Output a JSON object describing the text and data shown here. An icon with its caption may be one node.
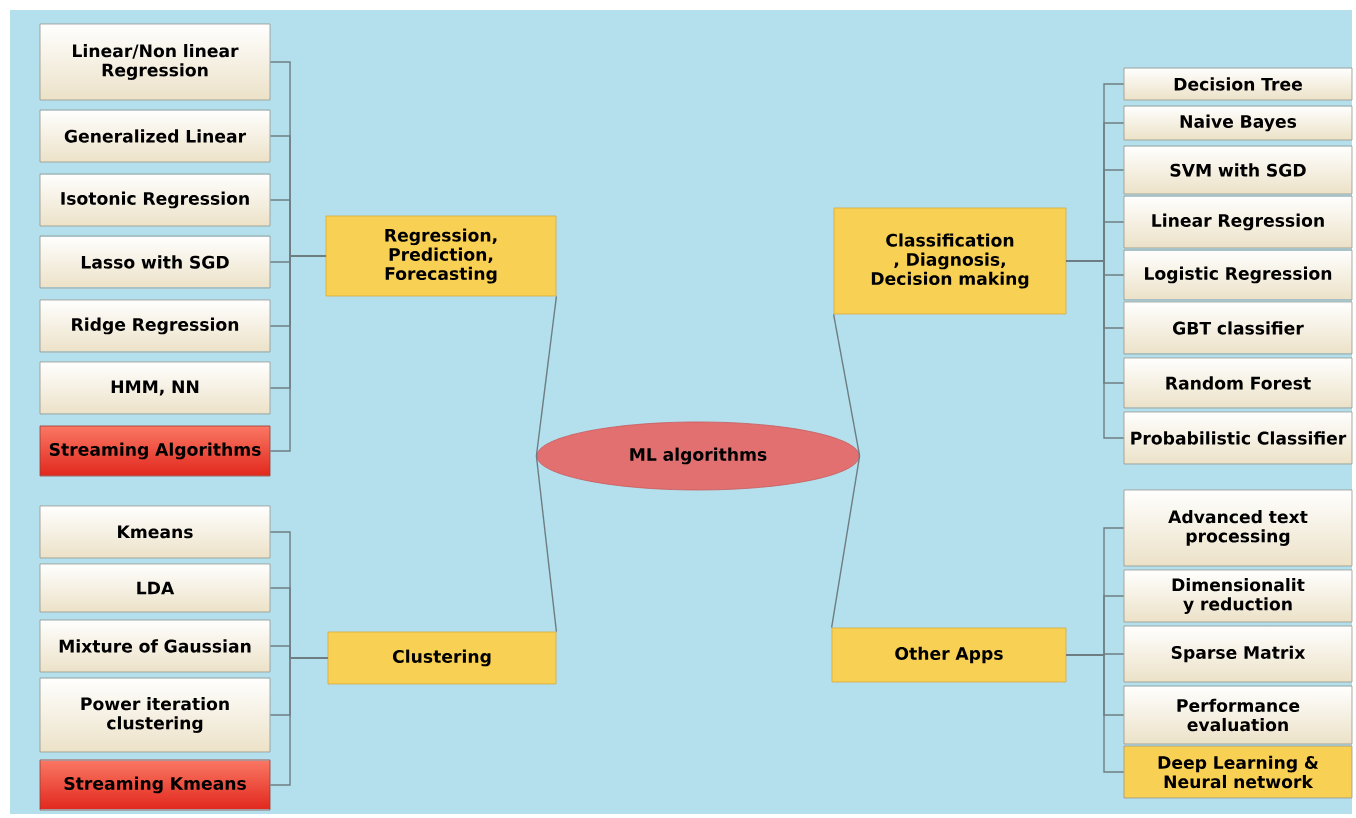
{
  "diagram": {
    "nodes": [
      {
        "text": [
          "ML algorithms"
        ]
      },
      {
        "text": [
          "Regression, Prediction, Forecasting"
        ]
      },
      {
        "text": [
          "Linear/Non linear Regression"
        ]
      },
      {
        "text": [
          "Generalized Linear"
        ]
      },
      {
        "text": [
          "Isotonic Regression"
        ]
      },
      {
        "text": [
          "Lasso with SGD"
        ]
      },
      {
        "text": [
          "Ridge Regression"
        ]
      },
      {
        "text": [
          "HMM, NN"
        ]
      },
      {
        "text": [
          "Streaming Algorithms"
        ]
      },
      {
        "text": [
          "Clustering"
        ]
      },
      {
        "text": [
          "Kmeans"
        ]
      },
      {
        "text": [
          "LDA"
        ]
      },
      {
        "text": [
          "Mixture of Gaussian"
        ]
      },
      {
        "text": [
          "Power iteration clustering"
        ]
      },
      {
        "text": [
          "Streaming Kmeans"
        ]
      },
      {
        "text": [
          "Classification , Diagnosis, Decision making"
        ]
      },
      {
        "text": [
          "Decision Tree"
        ]
      },
      {
        "text": [
          "Naive Bayes"
        ]
      },
      {
        "text": [
          "SVM with SGD"
        ]
      },
      {
        "text": [
          "Linear Regression"
        ]
      },
      {
        "text": [
          "Logistic Regression"
        ]
      },
      {
        "text": [
          "GBT classifier"
        ]
      },
      {
        "text": [
          "Random Forest"
        ]
      },
      {
        "text": [
          "Probabilistic Classifier"
        ]
      },
      {
        "text": [
          "Other Apps"
        ]
      },
      {
        "text": [
          "Advanced text processing"
        ]
      },
      {
        "text": [
          "Dimensionalit y reduction"
        ]
      },
      {
        "text": [
          "Sparse Matrix"
        ]
      },
      {
        "text": [
          "Performance evaluation"
        ]
      },
      {
        "text": [
          "Deep Learning & Neural network"
        ]
      }
    ],
    "edges": [
      {
        "from": 0,
        "to": 1,
        "arrow": "none"
      },
      {
        "from": 0,
        "to": 9,
        "arrow": "none"
      },
      {
        "from": 0,
        "to": 15,
        "arrow": "none"
      },
      {
        "from": 0,
        "to": 24,
        "arrow": "none"
      },
      {
        "from": 1,
        "to": 2,
        "arrow": "none"
      },
      {
        "from": 1,
        "to": 3,
        "arrow": "none"
      },
      {
        "from": 1,
        "to": 4,
        "arrow": "none"
      },
      {
        "from": 1,
        "to": 5,
        "arrow": "none"
      },
      {
        "from": 1,
        "to": 6,
        "arrow": "none"
      },
      {
        "from": 1,
        "to": 7,
        "arrow": "none"
      },
      {
        "from": 1,
        "to": 8,
        "arrow": "none"
      },
      {
        "from": 9,
        "to": 10,
        "arrow": "none"
      },
      {
        "from": 9,
        "to": 11,
        "arrow": "none"
      },
      {
        "from": 9,
        "to": 12,
        "arrow": "none"
      },
      {
        "from": 9,
        "to": 13,
        "arrow": "none"
      },
      {
        "from": 9,
        "to": 14,
        "arrow": "none"
      },
      {
        "from": 15,
        "to": 16,
        "arrow": "none"
      },
      {
        "from": 15,
        "to": 17,
        "arrow": "none"
      },
      {
        "from": 15,
        "to": 18,
        "arrow": "none"
      },
      {
        "from": 15,
        "to": 19,
        "arrow": "none"
      },
      {
        "from": 15,
        "to": 20,
        "arrow": "none"
      },
      {
        "from": 15,
        "to": 21,
        "arrow": "none"
      },
      {
        "from": 15,
        "to": 22,
        "arrow": "none"
      },
      {
        "from": 15,
        "to": 23,
        "arrow": "none"
      },
      {
        "from": 24,
        "to": 25,
        "arrow": "none"
      },
      {
        "from": 24,
        "to": 26,
        "arrow": "none"
      },
      {
        "from": 24,
        "to": 27,
        "arrow": "none"
      },
      {
        "from": 24,
        "to": 28,
        "arrow": "none"
      },
      {
        "from": 24,
        "to": 29,
        "arrow": "none"
      }
    ]
  }
}
